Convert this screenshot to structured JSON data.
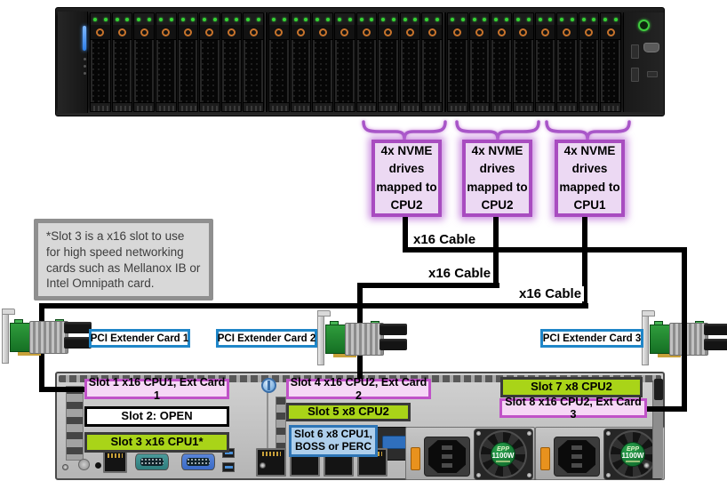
{
  "front_server": {
    "drive_bays": 24,
    "bay_groups": 3
  },
  "nvme_groups": [
    {
      "label": "4x NVME drives mapped to CPU2"
    },
    {
      "label": "4x NVME drives mapped to CPU2"
    },
    {
      "label": "4x NVME drives mapped to CPU1"
    }
  ],
  "cable_labels": [
    "x16 Cable",
    "x16 Cable",
    "x16 Cable"
  ],
  "note": "*Slot 3 is a x16 slot to use for high speed networking cards such as Mellanox IB or Intel Omnipath card.",
  "extender_cards": [
    {
      "label": "PCI Extender Card 1"
    },
    {
      "label": "PCI Extender Card 2"
    },
    {
      "label": "PCI Extender Card 3"
    }
  ],
  "rear_slots": [
    {
      "label": "Slot 1 x16 CPU1, Ext Card 1",
      "type": "extender"
    },
    {
      "label": "Slot 2: OPEN",
      "type": "open"
    },
    {
      "label": "Slot 3 x16 CPU1*",
      "type": "x16-networking"
    },
    {
      "label": "Slot 4 x16 CPU2, Ext Card 2",
      "type": "extender"
    },
    {
      "label": "Slot 5 x8 CPU2",
      "type": "x8"
    },
    {
      "label": "Slot 6 x8 CPU1, BOSS or PERC",
      "type": "boss-perc"
    },
    {
      "label": "Slot 7 x8 CPU2",
      "type": "x8"
    },
    {
      "label": "Slot 8 x16 CPU2, Ext Card 3",
      "type": "extender"
    }
  ],
  "psu": {
    "badge_line1": "EPP",
    "badge_line2": "1100W"
  },
  "colors": {
    "nvme_box_fill": "#ECD9F3",
    "nvme_box_border": "#A84CC0",
    "brace": "#A855C8",
    "slot_ext_fill": "#F6D7F6",
    "slot_ext_border": "#C052C8",
    "slot_green_fill": "#A9D418",
    "slot_open_fill": "#FFFFFF",
    "slot_boss_fill": "#AECFEC",
    "slot_boss_border": "#2E75B6",
    "extender_label_border": "#1F86C8",
    "note_fill": "#D8D8D8",
    "note_border": "#8F8F8F",
    "cable": "#000000",
    "psu_badge": "#1E8A3C",
    "power_led": "#3ECB3E"
  }
}
